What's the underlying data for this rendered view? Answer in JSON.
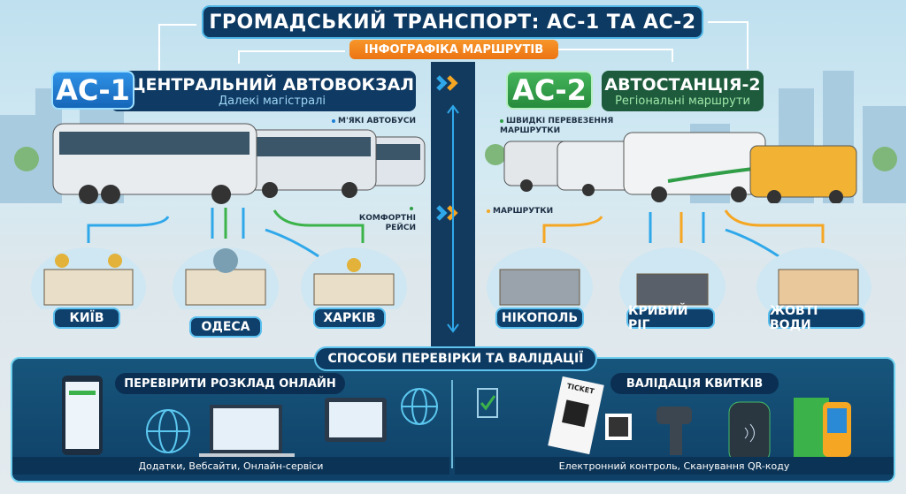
{
  "header": {
    "title": "ГРОМАДСЬКИЙ ТРАНСПОРТ: АС-1 ТА АС-2",
    "subtitle": "ІНФОГРАФІКА МАРШРУТІВ"
  },
  "ac1": {
    "badge": "АС-1",
    "title": "ЦЕНТРАЛЬНИЙ АВТОВОКЗАЛ",
    "subtitle": "Далекі магістралі",
    "color": "#1e7fd4",
    "notes": [
      "М'ЯКІ АВТОБУСИ",
      "КОМФОРТНІ РЕЙСИ"
    ],
    "cities": [
      "КИЇВ",
      "ОДЕСА",
      "ХАРКІВ"
    ]
  },
  "ac2": {
    "badge": "АС-2",
    "title": "АВТОСТАНЦІЯ-2",
    "subtitle": "Регіональні маршрути",
    "color": "#2f9e47",
    "notes": [
      "ШВИДКІ ПЕРЕВЕЗЕННЯ МАРШРУТКИ",
      "МАРШРУТКИ"
    ],
    "cities": [
      "НІКОПОЛЬ",
      "КРИВИЙ РІГ",
      "ЖОВТІ ВОДИ"
    ]
  },
  "methods": {
    "title": "СПОСОБИ ПЕРЕВІРКИ ТА ВАЛІДАЦІЇ",
    "online": {
      "title": "ПЕРЕВІРИТИ РОЗКЛАД ОНЛАЙН",
      "caption": "Додатки, Вебсайти, Онлайн-сервіси",
      "icons": [
        "smartphone-icon",
        "globe-icon",
        "laptop-icon",
        "tablet-icon",
        "globe-icon"
      ]
    },
    "validation": {
      "title": "ВАЛІДАЦІЯ КВИТКІВ",
      "caption": "Електронний контроль, Сканування QR-коду",
      "icons": [
        "checklist-icon",
        "ticket-icon",
        "qr-code-icon",
        "scanner-icon",
        "nfc-reader-icon",
        "validator-icon"
      ],
      "ticket_label": "TICKET"
    }
  }
}
